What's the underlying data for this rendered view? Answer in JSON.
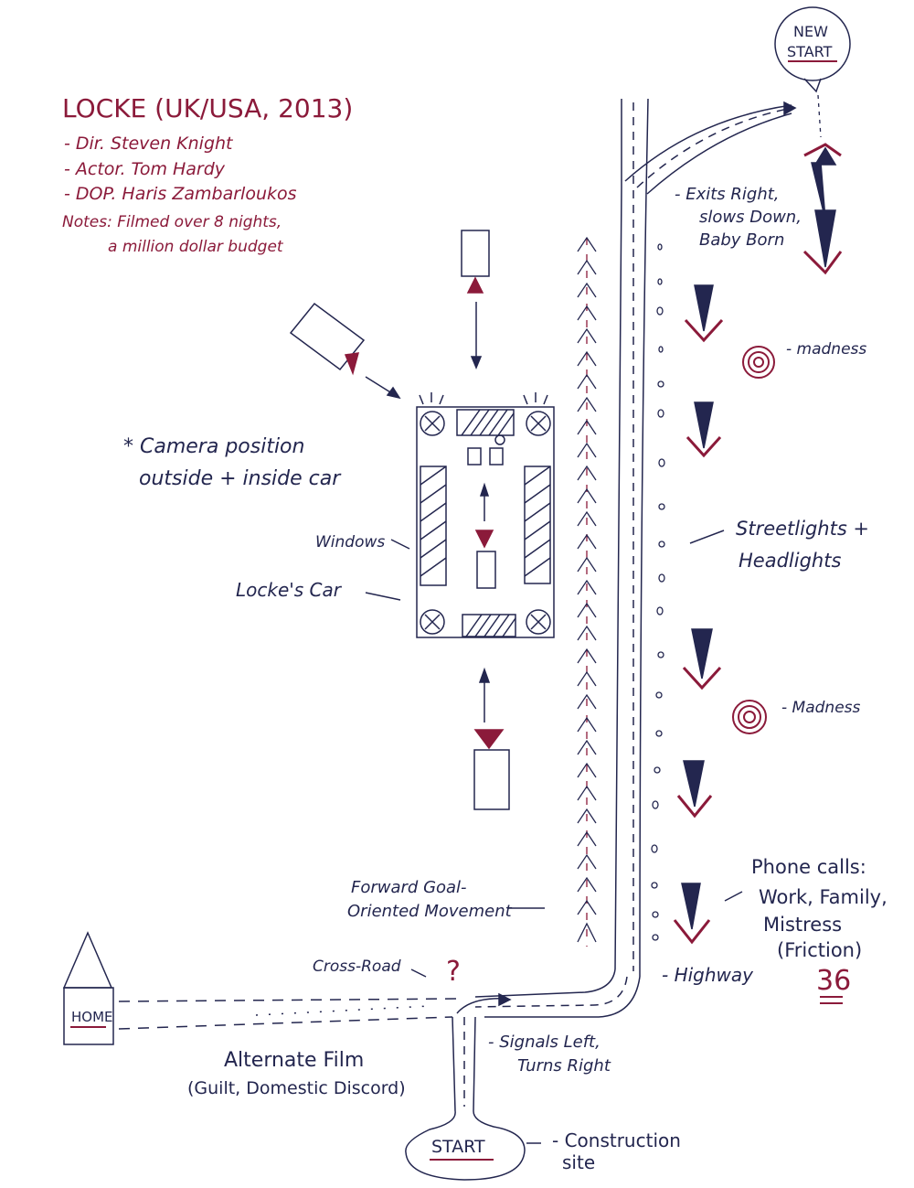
{
  "title": "LOCKE (UK/USA, 2013)",
  "credits": [
    "- Dir. Steven Knight",
    "- Actor. Tom Hardy",
    "- DOP. Haris Zambarloukos"
  ],
  "notes_line1": "Notes: Filmed over 8 nights,",
  "notes_line2": "a million dollar budget",
  "camera_note_line1": "* Camera position",
  "camera_note_line2": "outside + inside car",
  "labels": {
    "windows": "Windows",
    "lockes_car": "Locke's Car",
    "new_start_1": "NEW",
    "new_start_2": "START",
    "exits_1": "- Exits Right,",
    "exits_2": "slows Down,",
    "exits_3": "Baby Born",
    "madness_1": "- madness",
    "madness_2": "- Madness",
    "streetlights_1": "Streetlights +",
    "streetlights_2": "Headlights",
    "phone_1": "Phone calls:",
    "phone_2": "Work, Family,",
    "phone_3": "Mistress",
    "phone_4": "(Friction)",
    "page_number": "36",
    "forward_1": "Forward Goal-",
    "forward_2": "Oriented Movement",
    "crossroad": "Cross-Road",
    "question": "?",
    "highway": "- Highway",
    "home": "HOME",
    "signals_1": "- Signals Left,",
    "signals_2": "Turns Right",
    "alternate_1": "Alternate Film",
    "alternate_2": "(Guilt, Domestic Discord)",
    "start": "START",
    "construction_1": "- Construction",
    "construction_2": "site"
  },
  "colors": {
    "ink_navy": "#23264f",
    "ink_maroon": "#8b1a3a"
  }
}
